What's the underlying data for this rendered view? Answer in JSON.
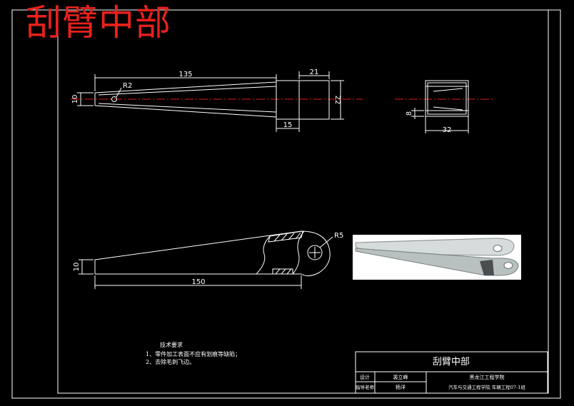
{
  "watermark": "刮臂中部",
  "top_view": {
    "dims": {
      "length": "135",
      "end_width": "21",
      "step": "15",
      "height": "22",
      "thickness": "10"
    },
    "radius_label": "R2"
  },
  "side_view": {
    "dims": {
      "width": "32",
      "thickness": "8"
    }
  },
  "front_view": {
    "dims": {
      "length": "150",
      "thickness": "10"
    },
    "radius_label": "R5"
  },
  "notes": {
    "title": "技术要求",
    "items": [
      "1、零件加工表面不应有划痕等缺陷；",
      "2、去除毛刺飞边。"
    ]
  },
  "title_block": {
    "part_name": "刮臂中部",
    "design_label": "设计",
    "designer": "裴立峰",
    "school": "黑龙江工程学院",
    "teacher_label": "指导老师",
    "teacher": "杨洋",
    "department": "汽车与交通工程学院 车辆工程07-1班"
  },
  "colors": {
    "centerline": "#e01818",
    "lines": "#ffffff",
    "watermark": "#e8211c",
    "render_bg": "#ffffff"
  }
}
